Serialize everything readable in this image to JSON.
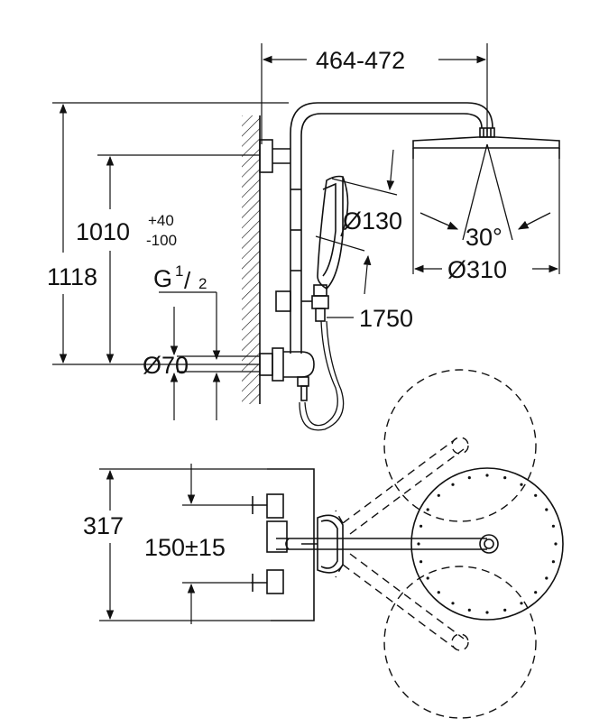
{
  "colors": {
    "line": "#111111",
    "background": "#ffffff"
  },
  "dimensions": {
    "arm_projection": "464-472",
    "overall_height": "1118",
    "mixer_height_main": "1010",
    "mixer_height_tol_plus": "+40",
    "mixer_height_tol_minus": "-100",
    "thread_main": "G",
    "thread_num": "1",
    "thread_den": "2",
    "thread_slash": "/",
    "handshower_diameter": "Ø130",
    "hose_length": "1750",
    "inlet_diameter": "Ø70",
    "spray_angle": "30°",
    "headshower_diameter": "Ø310",
    "mixer_depth": "317",
    "inlet_spacing": "150±15"
  }
}
